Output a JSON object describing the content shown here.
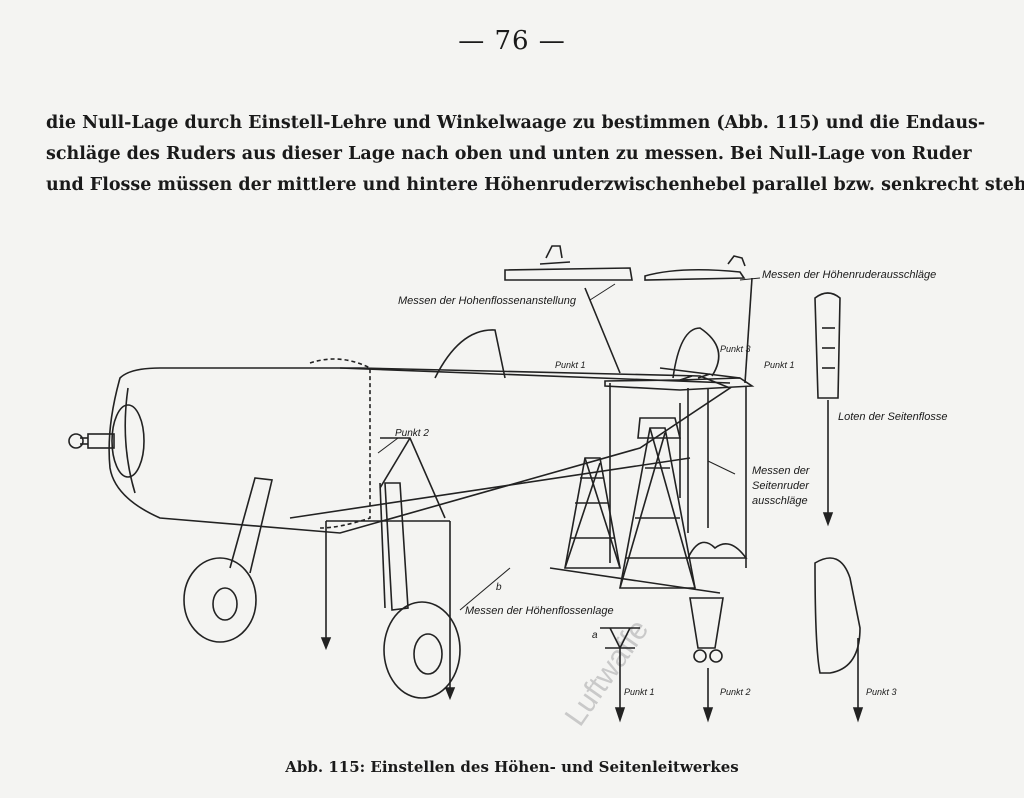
{
  "page": {
    "number": "— 76 —",
    "text_lines": [
      "die Null-Lage durch Einstell-Lehre und Winkelwaage zu bestimmen (Abb. 115) und die Endaus-",
      "schläge des Ruders aus dieser Lage nach oben und unten zu messen. Bei Null-Lage von Ruder",
      "und Flosse müssen der mittlere und hintere Höhenruderzwischenhebel parallel bzw. senkrecht stehen."
    ]
  },
  "figure": {
    "labels": {
      "hoehenflossenanstellung": "Messen der Hohenflossenanstellung",
      "hoehenruderausschlaege": "Messen der Höhenruderausschläge",
      "punkt1_a": "Punkt 1",
      "punkt3_a": "Punkt 3",
      "punkt1_b": "Punkt 1",
      "punkt2_a": "Punkt 2",
      "loten_seitenflosse": "Loten der Seitenflosse",
      "seitenruder_1": "Messen der",
      "seitenruder_2": "Seitenruder",
      "seitenruder_3": "ausschläge",
      "hoehenflossenlage": "Messen der Höhenflossenlage",
      "mark_b": "b",
      "mark_a": "a",
      "punkt1_c": "Punkt 1",
      "punkt2_c": "Punkt 2",
      "punkt3_c": "Punkt 3"
    },
    "watermark": "Luftwaffe"
  },
  "caption": "Abb. 115: Einstellen des Höhen- und Seitenleitwerkes"
}
